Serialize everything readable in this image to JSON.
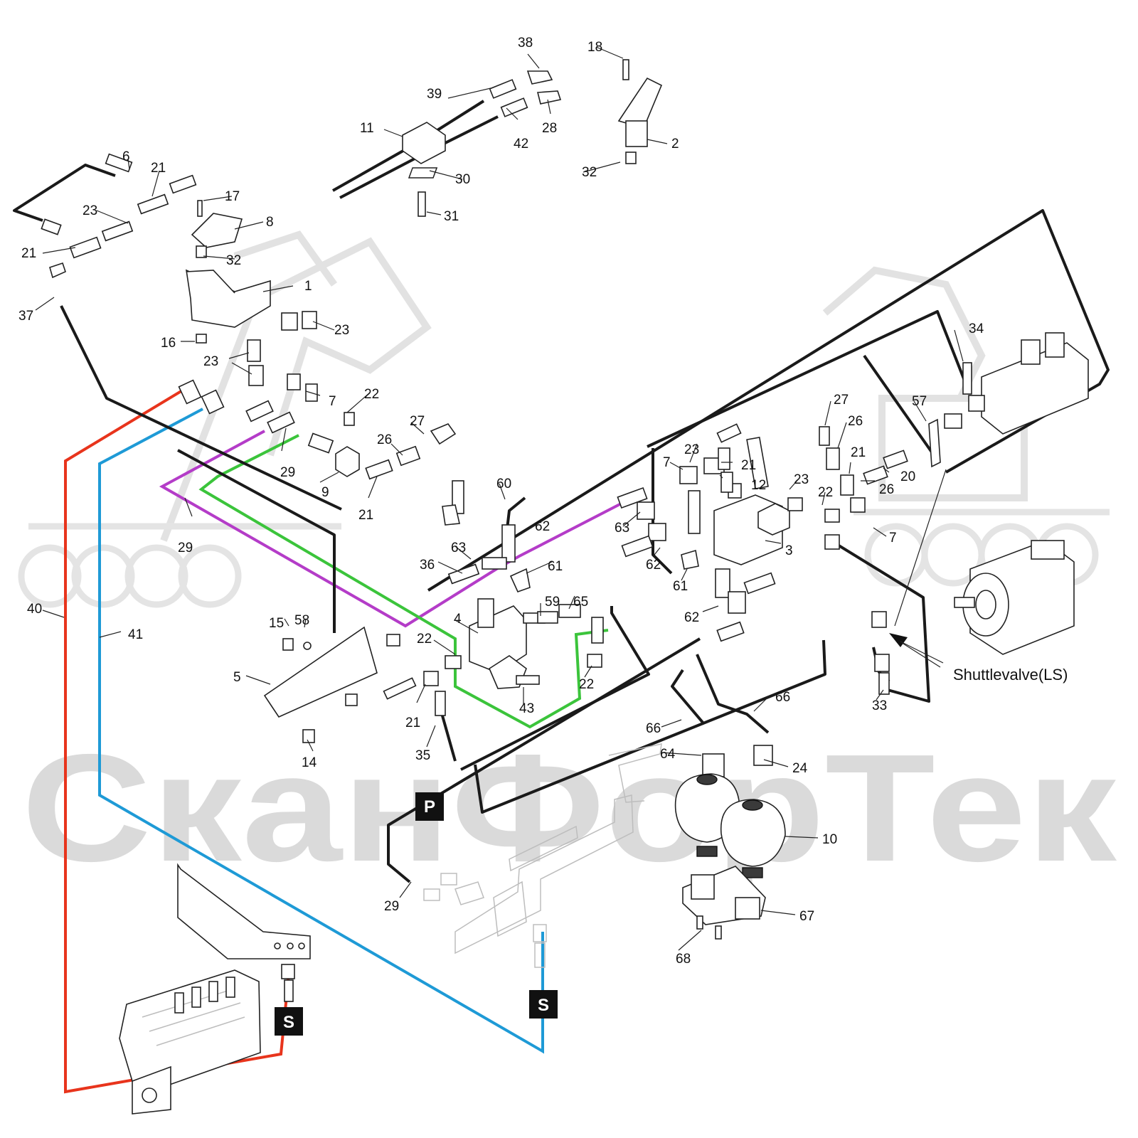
{
  "watermark": {
    "text": "СканФорТек",
    "color": "#dadada"
  },
  "colors": {
    "pipe": "#1a1a1a",
    "line40": "#e8341c",
    "line41": "#1e9ad6",
    "green": "#3bc43b",
    "purple": "#b43cc8",
    "badge": "#111111"
  },
  "badges": {
    "p": "P",
    "s_left": "S",
    "s_right": "S"
  },
  "annotation": {
    "shuttle_valve": "Shuttlevalve(LS)"
  },
  "labels": [
    {
      "id": "l38",
      "text": "38"
    },
    {
      "id": "l18",
      "text": "18"
    },
    {
      "id": "l39",
      "text": "39"
    },
    {
      "id": "l11",
      "text": "11"
    },
    {
      "id": "l42",
      "text": "42"
    },
    {
      "id": "l28",
      "text": "28"
    },
    {
      "id": "l2",
      "text": "2"
    },
    {
      "id": "l30",
      "text": "30"
    },
    {
      "id": "l32a",
      "text": "32"
    },
    {
      "id": "l31",
      "text": "31"
    },
    {
      "id": "l6",
      "text": "6"
    },
    {
      "id": "l21a",
      "text": "21"
    },
    {
      "id": "l17",
      "text": "17"
    },
    {
      "id": "l8",
      "text": "8"
    },
    {
      "id": "l23a",
      "text": "23"
    },
    {
      "id": "l21b",
      "text": "21"
    },
    {
      "id": "l32b",
      "text": "32"
    },
    {
      "id": "l37",
      "text": "37"
    },
    {
      "id": "l1",
      "text": "1"
    },
    {
      "id": "l23b",
      "text": "23"
    },
    {
      "id": "l16",
      "text": "16"
    },
    {
      "id": "l23c",
      "text": "23"
    },
    {
      "id": "l22a",
      "text": "22"
    },
    {
      "id": "l7a",
      "text": "7"
    },
    {
      "id": "l27a",
      "text": "27"
    },
    {
      "id": "l26a",
      "text": "26"
    },
    {
      "id": "l29a",
      "text": "29"
    },
    {
      "id": "l9",
      "text": "9"
    },
    {
      "id": "l21c",
      "text": "21"
    },
    {
      "id": "l60",
      "text": "60"
    },
    {
      "id": "l29b",
      "text": "29"
    },
    {
      "id": "l62a",
      "text": "62"
    },
    {
      "id": "l63a",
      "text": "63"
    },
    {
      "id": "l36",
      "text": "36"
    },
    {
      "id": "l61a",
      "text": "61"
    },
    {
      "id": "l40",
      "text": "40"
    },
    {
      "id": "l41",
      "text": "41"
    },
    {
      "id": "l15",
      "text": "15"
    },
    {
      "id": "l58",
      "text": "58"
    },
    {
      "id": "l4",
      "text": "4"
    },
    {
      "id": "l59",
      "text": "59"
    },
    {
      "id": "l65",
      "text": "65"
    },
    {
      "id": "l22b",
      "text": "22"
    },
    {
      "id": "l5",
      "text": "5"
    },
    {
      "id": "l22c",
      "text": "22"
    },
    {
      "id": "l43",
      "text": "43"
    },
    {
      "id": "l21d",
      "text": "21"
    },
    {
      "id": "l35",
      "text": "35"
    },
    {
      "id": "l14",
      "text": "14"
    },
    {
      "id": "l34",
      "text": "34"
    },
    {
      "id": "l27b",
      "text": "27"
    },
    {
      "id": "l26b",
      "text": "26"
    },
    {
      "id": "l57",
      "text": "57"
    },
    {
      "id": "l23d",
      "text": "23"
    },
    {
      "id": "l7b",
      "text": "7"
    },
    {
      "id": "l21e",
      "text": "21"
    },
    {
      "id": "l21f",
      "text": "21"
    },
    {
      "id": "l12",
      "text": "12"
    },
    {
      "id": "l20",
      "text": "20"
    },
    {
      "id": "l26c",
      "text": "26"
    },
    {
      "id": "l23e",
      "text": "23"
    },
    {
      "id": "l22d",
      "text": "22"
    },
    {
      "id": "l63b",
      "text": "63"
    },
    {
      "id": "l7c",
      "text": "7"
    },
    {
      "id": "l3",
      "text": "3"
    },
    {
      "id": "l62b",
      "text": "62"
    },
    {
      "id": "l61b",
      "text": "61"
    },
    {
      "id": "l62c",
      "text": "62"
    },
    {
      "id": "l66a",
      "text": "66"
    },
    {
      "id": "l66b",
      "text": "66"
    },
    {
      "id": "l33",
      "text": "33"
    },
    {
      "id": "l64",
      "text": "64"
    },
    {
      "id": "l24",
      "text": "24"
    },
    {
      "id": "l10",
      "text": "10"
    },
    {
      "id": "l29c",
      "text": "29"
    },
    {
      "id": "l67",
      "text": "67"
    },
    {
      "id": "l68",
      "text": "68"
    }
  ]
}
